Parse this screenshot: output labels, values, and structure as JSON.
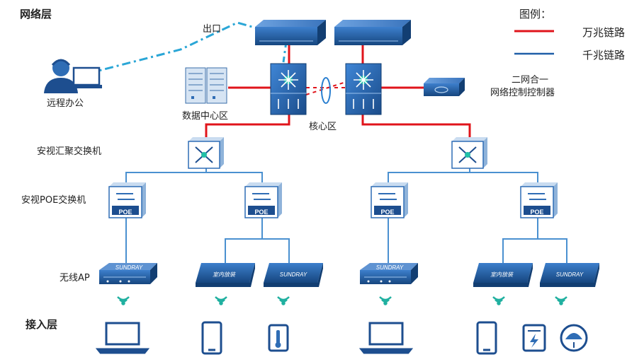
{
  "layers": {
    "network": "网络层",
    "access": "接入层"
  },
  "legend": {
    "title": "图例：",
    "items": [
      {
        "label": "万兆链路",
        "color": "#e0141b"
      },
      {
        "label": "千兆链路",
        "color": "#1f5fa8"
      }
    ]
  },
  "nodes": {
    "exit": "出口",
    "remote_office": "远程办公",
    "data_center": "数据中心区",
    "core": "核心区",
    "controller_line1": "二网合一",
    "controller_line2": "网络控制控制器",
    "agg_switch": "安视汇聚交换机",
    "poe_switch": "安视POE交换机",
    "wireless_ap": "无线AP",
    "poe_text": "POE",
    "ap_brand": "SUNDRAY",
    "ap_indoor": "室内放装"
  },
  "colors": {
    "ten_gig": "#e0141b",
    "gig": "#1f5fa8",
    "access_link": "#4a90d0",
    "remote_link": "#2aa6d6",
    "device_dark": "#1d4e8f",
    "device_mid": "#2f6db5"
  }
}
